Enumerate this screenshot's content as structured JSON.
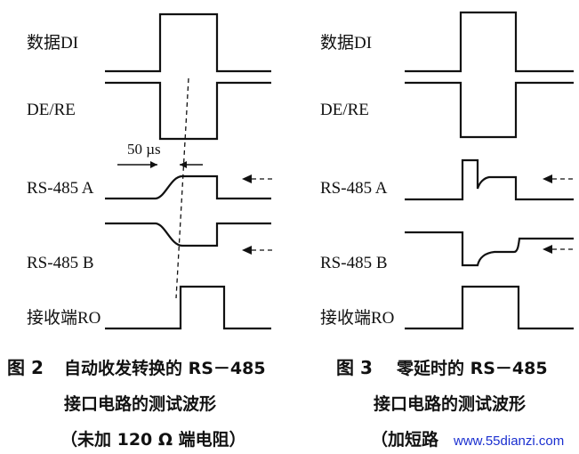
{
  "fig2": {
    "labels": {
      "di": "数据DI",
      "de_re": "DE/RE",
      "rs485_a": "RS-485 A",
      "rs485_b": "RS-485 B",
      "ro": "接收端RO"
    },
    "delay_marker": "50 µs",
    "caption": {
      "number": "图 2",
      "line1": "自动收发转换的 RS－485",
      "line2": "接口电路的测试波形",
      "line3": "（未加 120 Ω 端电阻）"
    }
  },
  "fig3": {
    "labels": {
      "di": "数据DI",
      "de_re": "DE/RE",
      "rs485_a": "RS-485 A",
      "rs485_b": "RS-485 B",
      "ro": "接收端RO"
    },
    "caption": {
      "number": "图 3",
      "line1": "零延时的 RS－485",
      "line2": "接口电路的测试波形",
      "line3": "（加短路"
    }
  },
  "watermark": "www.55dianzi.com"
}
